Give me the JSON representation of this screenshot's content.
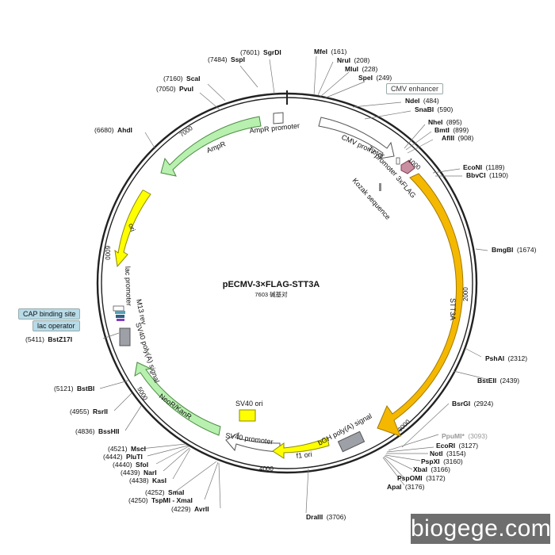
{
  "plasmid": {
    "name": "pECMV-3×FLAG-STT3A",
    "length_label": "7603 碱基对",
    "length": 7603
  },
  "ticks": [
    "1000",
    "2000",
    "3000",
    "4000",
    "5000",
    "6000",
    "7000"
  ],
  "sites": [
    {
      "name": "SgrDI",
      "pos": "(7601)"
    },
    {
      "name": "SspI",
      "pos": "(7484)"
    },
    {
      "name": "ScaI",
      "pos": "(7160)"
    },
    {
      "name": "PvuI",
      "pos": "(7050)"
    },
    {
      "name": "AhdI",
      "pos": "(6680)"
    },
    {
      "name": "MfeI",
      "pos": "(161)"
    },
    {
      "name": "NruI",
      "pos": "(208)"
    },
    {
      "name": "MluI",
      "pos": "(228)"
    },
    {
      "name": "SpeI",
      "pos": "(249)"
    },
    {
      "name": "NdeI",
      "pos": "(484)"
    },
    {
      "name": "SnaBI",
      "pos": "(590)"
    },
    {
      "name": "NheI",
      "pos": "(895)"
    },
    {
      "name": "BmtI",
      "pos": "(899)"
    },
    {
      "name": "AflII",
      "pos": "(908)"
    },
    {
      "name": "EcoNI",
      "pos": "(1189)"
    },
    {
      "name": "BbvCI",
      "pos": "(1190)"
    },
    {
      "name": "BmgBI",
      "pos": "(1674)"
    },
    {
      "name": "PshAI",
      "pos": "(2312)"
    },
    {
      "name": "BstEII",
      "pos": "(2439)"
    },
    {
      "name": "BsrGI",
      "pos": "(2924)"
    },
    {
      "name": "PpuMI*",
      "pos": "(3093)"
    },
    {
      "name": "EcoRI",
      "pos": "(3127)"
    },
    {
      "name": "NotI",
      "pos": "(3154)"
    },
    {
      "name": "PspXI",
      "pos": "(3160)"
    },
    {
      "name": "XbaI",
      "pos": "(3166)"
    },
    {
      "name": "PspOMI",
      "pos": "(3172)"
    },
    {
      "name": "ApaI",
      "pos": "(3176)"
    },
    {
      "name": "DraIII",
      "pos": "(3706)"
    },
    {
      "name": "BstZ17I",
      "pos": "(5411)"
    },
    {
      "name": "BstBI",
      "pos": "(5121)"
    },
    {
      "name": "RsrII",
      "pos": "(4955)"
    },
    {
      "name": "BssHII",
      "pos": "(4836)"
    },
    {
      "name": "MscI",
      "pos": "(4521)"
    },
    {
      "name": "PluTI",
      "pos": "(4442)"
    },
    {
      "name": "SfoI",
      "pos": "(4440)"
    },
    {
      "name": "NarI",
      "pos": "(4439)"
    },
    {
      "name": "KasI",
      "pos": "(4438)"
    },
    {
      "name": "SmaI",
      "pos": "(4252)"
    },
    {
      "name": "TspMI - XmaI",
      "pos": "(4250)"
    },
    {
      "name": "AvrII",
      "pos": "(4229)"
    }
  ],
  "features": {
    "ampr_promoter": "AmpR promoter",
    "ampr": "AmpR",
    "ori": "ori",
    "cmv_enhancer": "CMV enhancer",
    "cmv_promoter": "CMV promoter",
    "t7_promoter": "T7 promoter",
    "kozak": "Kozak sequence",
    "flag": "3xFLAG",
    "stt3a": "STT3A",
    "bgh": "bGH poly(A) signal",
    "f1_ori": "f1 ori",
    "sv40_promoter": "SV40 promoter",
    "sv40_ori": "SV40 ori",
    "neor": "NeoR/KanR",
    "sv40_polya": "SV40 poly(A) signal",
    "m13_rev": "M13 rev",
    "lac_promoter": "lac promoter",
    "cap_site": "CAP binding site",
    "lac_operator": "lac operator"
  },
  "colors": {
    "backbone": "#222222",
    "stt3a": "#f5b800",
    "ampr": "#b8f0b0",
    "ori": "#ffff00",
    "neor": "#b8f0b0",
    "f1_ori": "#ffff00",
    "bgh": "#9ea0a8",
    "flag": "#c98ea0",
    "cap_box": "#b7dbe8",
    "watermark_bg": "#6e6e6e"
  },
  "watermark": "biogege.com"
}
